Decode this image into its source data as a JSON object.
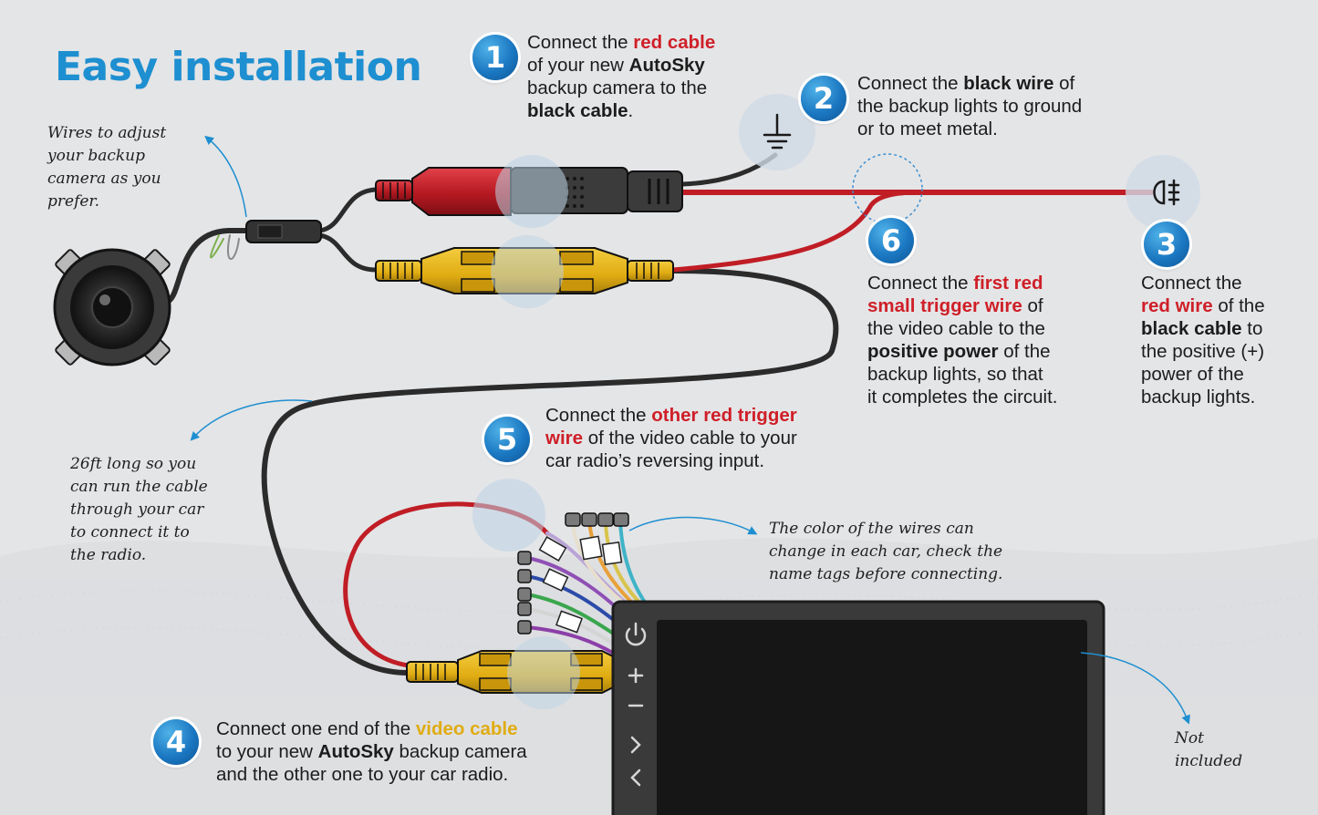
{
  "title": "Easy installation",
  "steps": {
    "s1": {
      "number": "1",
      "t1": "Connect the ",
      "t2": "red cable",
      "t3": "of your new ",
      "t4": "AutoSky",
      "t5": "backup camera to the",
      "t6": "black cable",
      "t7": "."
    },
    "s2": {
      "number": "2",
      "t1": "Connect the ",
      "t2": "black wire",
      "t3": " of",
      "t4": "the backup lights to ground",
      "t5": "or to meet metal."
    },
    "s3": {
      "number": "3",
      "t1": "Connect the",
      "t2": "red wire",
      "t3": " of the",
      "t4": "black cable",
      "t5": " to",
      "t6": "the positive (+)",
      "t7": "power of the",
      "t8": "backup lights."
    },
    "s4": {
      "number": "4",
      "t1": "Connect one end of the ",
      "t2": "video cable",
      "t3": "to your new ",
      "t4": "AutoSky",
      "t5": " backup camera",
      "t6": "and the other one to your car radio."
    },
    "s5": {
      "number": "5",
      "t1": "Connect the ",
      "t2": "other red trigger",
      "t3": "wire",
      "t4": " of the video cable to your",
      "t5": "car radio’s reversing input."
    },
    "s6": {
      "number": "6",
      "t1": "Connect the ",
      "t2": "first red",
      "t3": "small trigger wire",
      "t4": " of",
      "t5": "the video cable to the",
      "t6": "positive power",
      "t7": " of the",
      "t8": "backup lights, so that",
      "t9": "it completes the circuit."
    }
  },
  "notes": {
    "wires": [
      "Wires to adjust",
      "your backup",
      "camera as you",
      "prefer."
    ],
    "length": [
      "26ft long so you",
      "can run the cable",
      "through your car",
      "to connect it to",
      "the radio."
    ],
    "colors": [
      "The color of the wires can",
      "change in each car, check the",
      "name tags before connecting."
    ],
    "not_included": [
      "Not",
      "included"
    ]
  },
  "icons": [
    "ground-icon",
    "backup-light-icon",
    "power-icon",
    "plus-icon",
    "minus-icon",
    "chevron-right-icon",
    "chevron-left-icon"
  ],
  "colors": {
    "accent": "#1e8fd0",
    "red": "#cf1f28",
    "yellow": "#e0ac12",
    "cable": "#2b2b2b",
    "screen": "#161616"
  }
}
